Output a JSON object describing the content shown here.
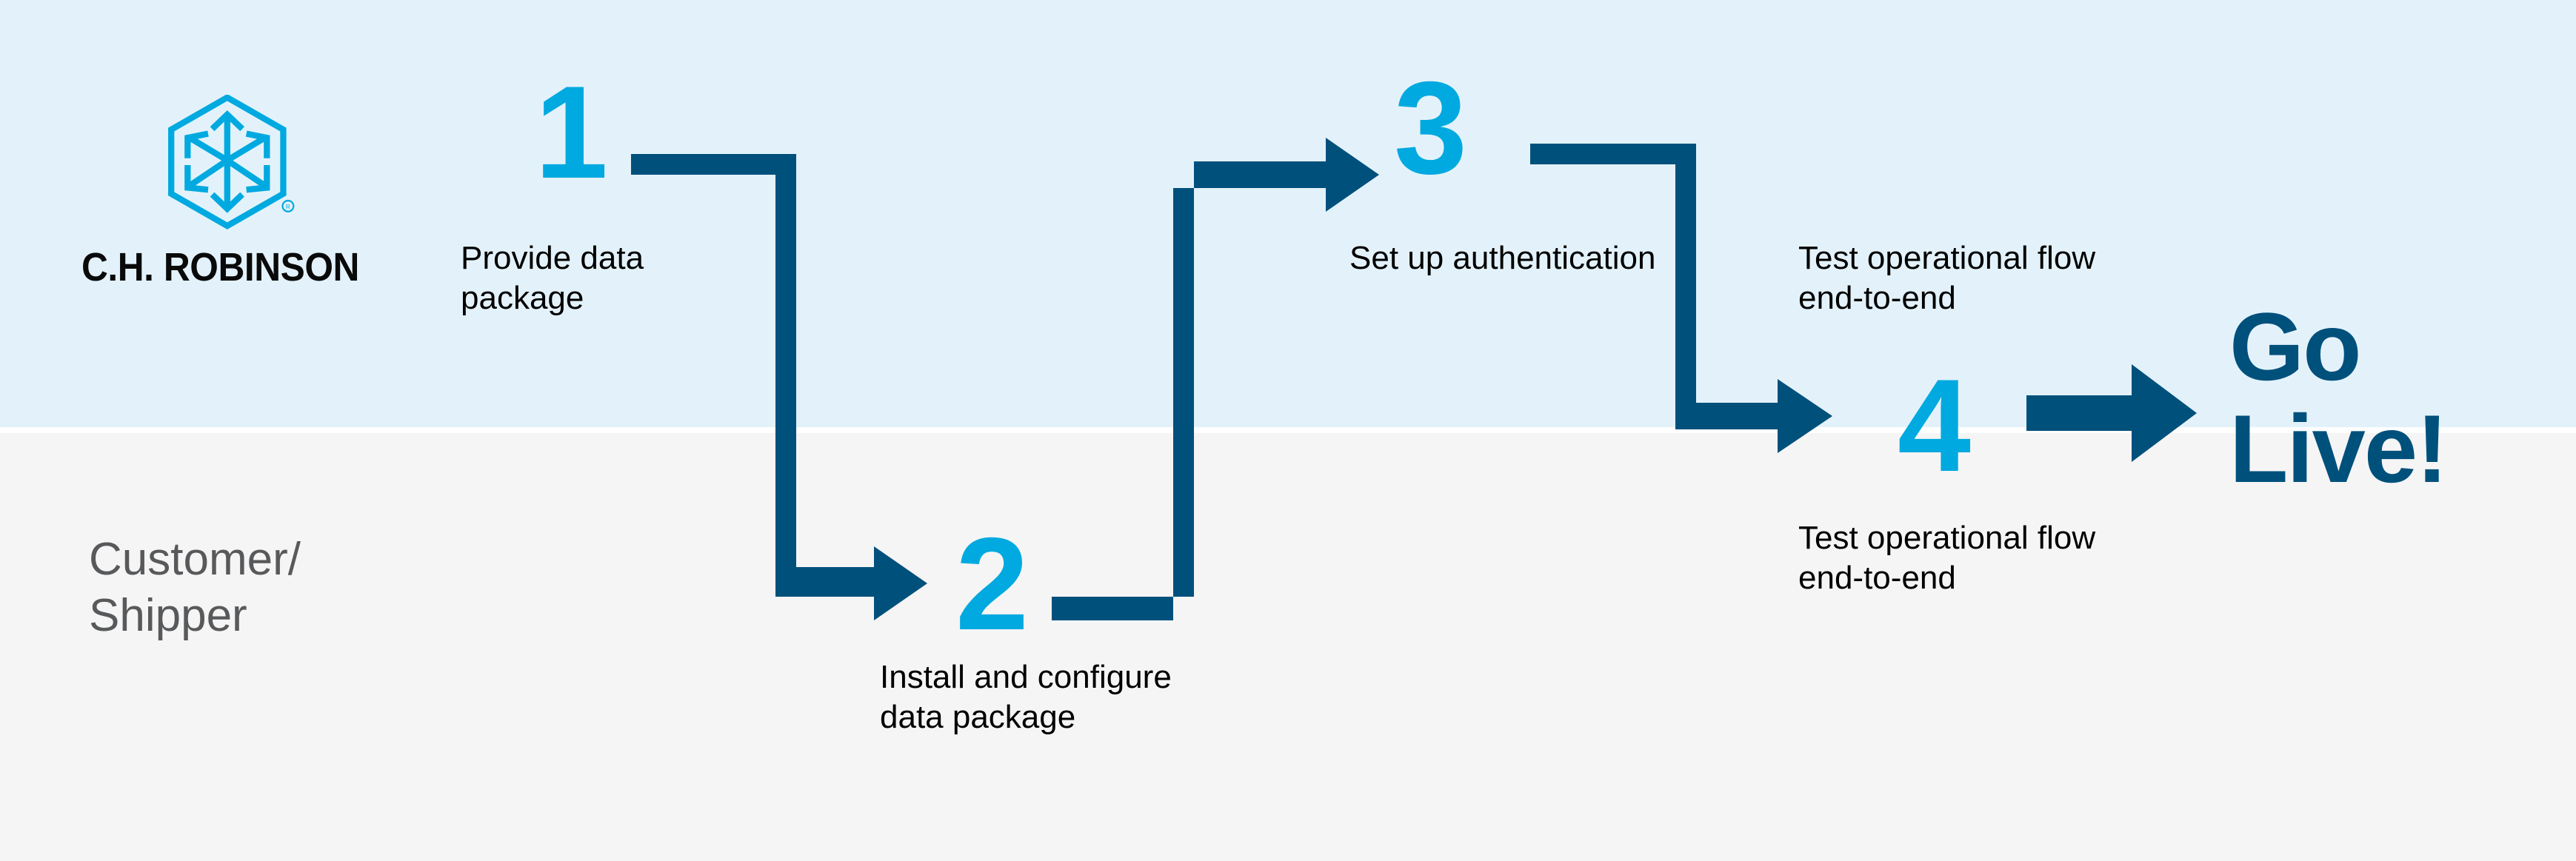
{
  "lanes": {
    "top": {
      "name": "C.H. Robinson",
      "bg": "#e3f2fa"
    },
    "bottom": {
      "label": "Customer/\nShipper",
      "label_line1": "Customer/",
      "label_line2": "Shipper",
      "bg": "#f5f5f5"
    }
  },
  "brand": {
    "wordmark": "C.H. ROBINSON",
    "logo_icon": "hexagon-cube-arrows-icon",
    "registered_mark": "®",
    "logo_color": "#00a9e0",
    "wordmark_color": "#0a0a0a"
  },
  "colors": {
    "accent_cyan": "#00a9e0",
    "connector_navy": "#00507c",
    "headline_navy": "#00507c",
    "lane_top_bg": "#e3f2fa",
    "lane_bottom_bg": "#f5f5f5",
    "caption_text": "#000000",
    "lane_label_text": "#58595b"
  },
  "steps": [
    {
      "number": "1",
      "caption": "Provide data package",
      "lane": "top"
    },
    {
      "number": "2",
      "caption": "Install and configure data package",
      "lane": "bottom"
    },
    {
      "number": "3",
      "caption": "Set up authentication",
      "lane": "top"
    },
    {
      "number": "4",
      "caption_top": "Test operational flow end-to-end",
      "caption_bottom": "Test operational flow end-to-end",
      "lane": "both"
    }
  ],
  "outcome": {
    "line1": "Go",
    "line2": "Live!",
    "text": "Go Live!"
  },
  "connectors": [
    {
      "name": "step1-to-step2",
      "from": "1",
      "to": "2",
      "shape": "elbow-down-right"
    },
    {
      "name": "step2-to-step3",
      "from": "2",
      "to": "3",
      "shape": "elbow-up-right"
    },
    {
      "name": "step3-to-step4",
      "from": "3",
      "to": "4",
      "shape": "elbow-down-right"
    },
    {
      "name": "step4-to-golive",
      "from": "4",
      "to": "Go Live!",
      "shape": "straight-right"
    }
  ]
}
